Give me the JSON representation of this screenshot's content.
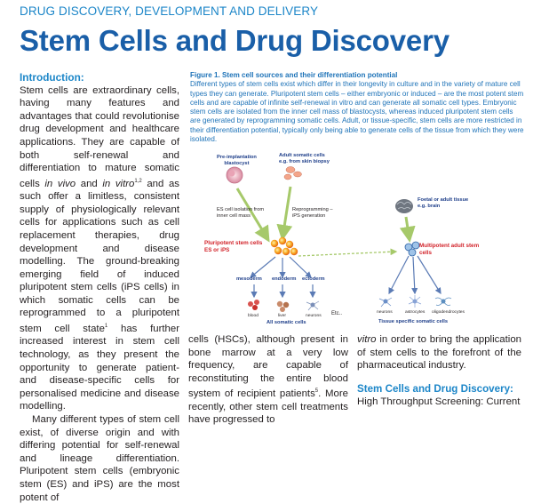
{
  "header": {
    "kicker": "DRUG DISCOVERY, DEVELOPMENT AND DELIVERY",
    "title": "Stem Cells and Drug Discovery"
  },
  "left_column": {
    "intro_heading": "Introduction:",
    "para1_a": "Stem cells are extraordinary cells, having many features and advantages that could revolutionise drug development and healthcare applications. They are capable of both self-renewal and differentiation to mature somatic cells ",
    "in_vivo": "in vivo",
    "and_word": " and ",
    "in_vitro": "in vitro",
    "sup1": "1,2",
    "para1_b": " and as such offer a limitless, consistent supply of physiologically relevant cells for applications such as cell replacement therapies, drug development and disease modelling. The ground-breaking emerging field of induced pluripotent stem cells (iPS cells) in which somatic cells can be reprogrammed to a pluripotent stem cell state",
    "sup2": "1",
    "para1_c": " has further increased interest in stem cell technology, as they present the opportunity to generate patient- and disease-specific cells for personalised medicine and disease modelling.",
    "para2": "Many different types of stem cell exist, of diverse origin and with differing potential for self-renewal and lineage differentiation. Pluripotent stem cells (embryonic stem (ES) and iPS) are the most potent of"
  },
  "figure_caption": {
    "title": "Figure 1. Stem cell sources and their differentiation potential",
    "body": "Different types of stem cells exist which differ in their longevity in culture and in the variety of mature cell types they can generate. Pluripotent stem cells – either embryonic or induced – are the most potent stem cells and are capable of infinite self-renewal in vitro and can generate all somatic cell types. Embryonic stem cells are isolated from the inner cell mass of blastocysts, whereas induced pluripotent stem cells are generated by reprogramming somatic cells. Adult, or tissue-specific, stem cells are more restricted in their differentiation potential, typically only being able to generate cells of the tissue from which they were isolated."
  },
  "figure": {
    "preimplantation": [
      "Pre-implantation",
      "blastocyst"
    ],
    "adult_somatic": [
      "Adult somatic cells",
      "e.g. from skin biopsy"
    ],
    "es_isolation": [
      "ES cell isolation from",
      "inner cell mass"
    ],
    "reprogramming": [
      "Reprogramming –",
      "iPS generation"
    ],
    "foetal": [
      "Foetal or adult tissue",
      "e.g. brain"
    ],
    "pluripotent": [
      "Pluripotent stem cells",
      "ES or iPS"
    ],
    "multipotent": [
      "Multipotent adult stem",
      "cells"
    ],
    "mesoderm": "mesoderm",
    "endoderm": "endoderm",
    "ectoderm": "ectoderm",
    "blood": "blood",
    "liver": "liver",
    "neurons_left": "neurons",
    "etc": "Etc..",
    "all_somatic": "All somatic cells",
    "neurons_right": "neurons",
    "astrocytes": "astrocytes",
    "oligodendrocytes": "oligodendrocytes",
    "tissue_specific": "Tissue specific somatic cells"
  },
  "middle_column": {
    "text_a": "cells (HSCs), although present in bone marrow at a very low frequency, are capable of reconstituting the entire blood system of recipient patients",
    "sup": "5",
    "text_b": ". More recently, other stem cell treatments have progressed to"
  },
  "right_column": {
    "text_italic": "vitro",
    "text": " in order to bring the application of stem cells to the forefront of the pharmaceutical industry.",
    "heading": "Stem Cells and Drug Discovery:",
    "line2": "High Throughput Screening: Current"
  },
  "colors": {
    "title_blue": "#1a5fa8",
    "accent_blue": "#1c86c8",
    "pluripotent_red": "#d2232a",
    "arrow_green": "#a6c96a",
    "arrow_blue": "#5b7bb5"
  }
}
